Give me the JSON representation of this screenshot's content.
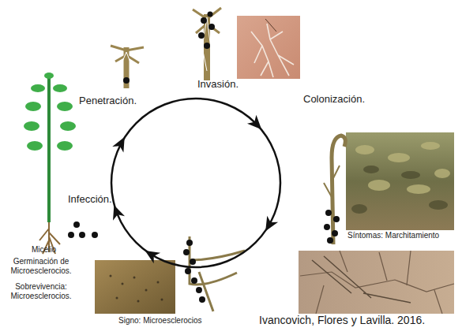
{
  "diagram": {
    "labels": [
      "Penetración.",
      "Invasión.",
      "Colonización.",
      "Infección.",
      "Micelio",
      "Germinación de Microesclerocios.",
      "Sobrevivencia: Microesclerocios.",
      "Síntomas: Marchitamiento",
      "Signo: Microesclerocios",
      "Ivancovich, Flores y Lavilla. 2016."
    ]
  }
}
